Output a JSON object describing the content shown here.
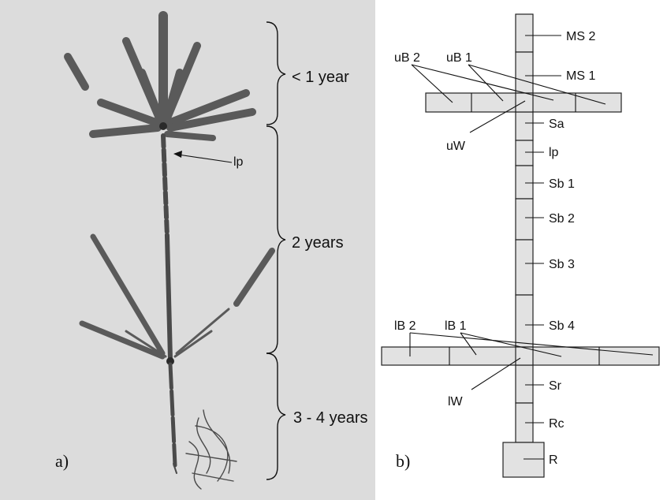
{
  "panel_a": {
    "tag": "a)",
    "arrow_label": "lp",
    "age_labels": [
      "< 1 year",
      "2 years",
      "3 - 4 years"
    ]
  },
  "panel_b": {
    "tag": "b)",
    "upper_branch_labels": [
      "uB 2",
      "uB 1"
    ],
    "upper_whorl_label": "uW",
    "lower_branch_labels": [
      "lB 2",
      "lB 1"
    ],
    "lower_whorl_label": "lW",
    "stem_labels": [
      "MS 2",
      "MS 1",
      "Sa",
      "lp",
      "Sb 1",
      "Sb 2",
      "Sb 3",
      "Sb 4",
      "Sr",
      "Rc",
      "R"
    ]
  },
  "colors": {
    "photo_background": "#dcdcdc",
    "segment_fill": "#e2e2e2",
    "line": "#111111"
  }
}
